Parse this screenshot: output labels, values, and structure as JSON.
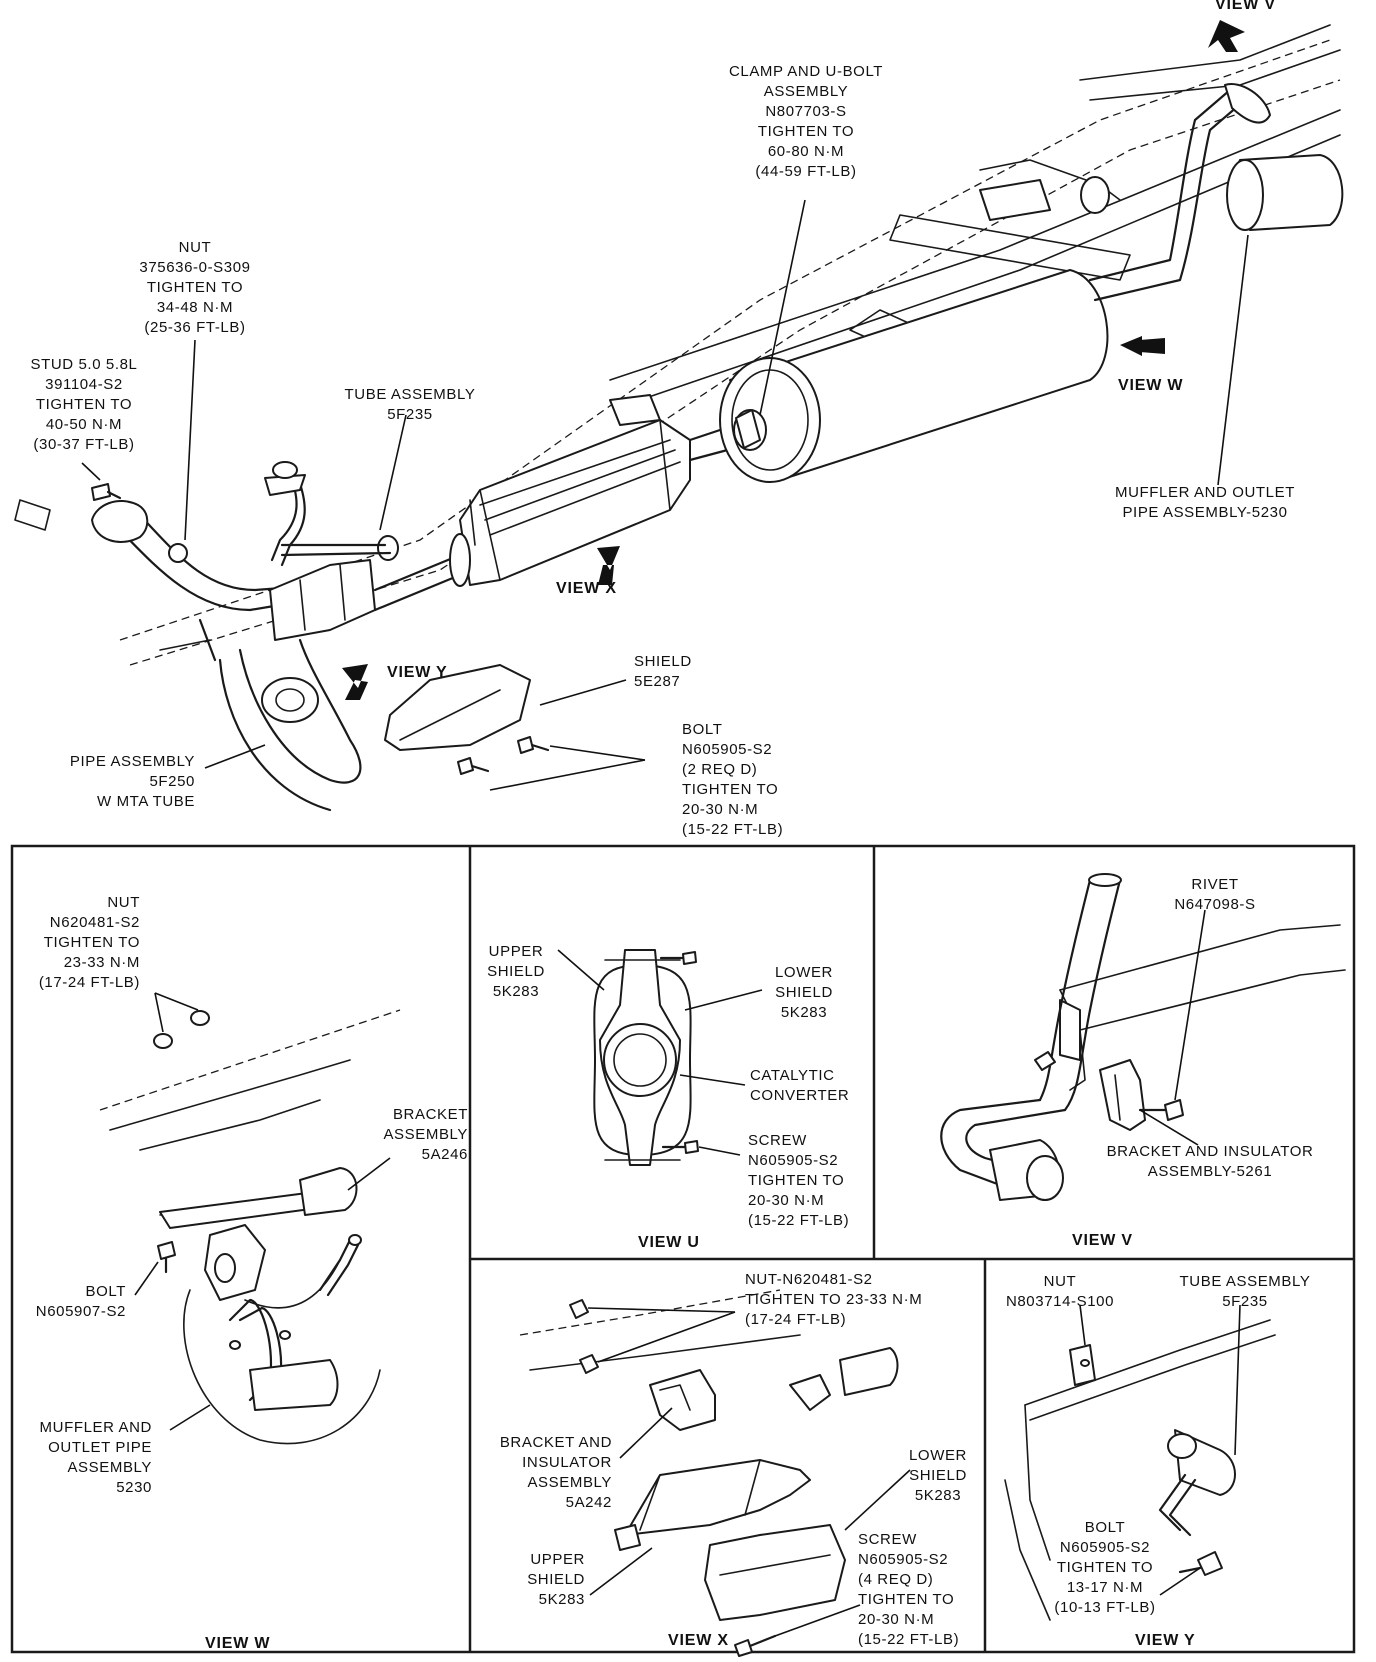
{
  "main": {
    "view_v_tag": "VIEW V",
    "view_w_tag": "VIEW W",
    "view_x_tag": "VIEW X",
    "view_y_tag": "VIEW Y",
    "clamp": "CLAMP AND U-BOLT\nASSEMBLY\nN807703-S\nTIGHTEN TO\n60-80 N·m\n(44-59 FT-LB)",
    "nut": "NUT\n375636-0-S309\nTIGHTEN TO\n34-48 N·m\n(25-36 FT-LB)",
    "stud": "STUD 5.0 5.8L\n391104-S2\nTIGHTEN TO\n40-50 N·m\n(30-37 FT-LB)",
    "tube": "TUBE ASSEMBLY\n5F235",
    "muffler": "MUFFLER AND OUTLET\nPIPE ASSEMBLY-5230",
    "shield": "SHIELD\n5E287",
    "bolt": "BOLT\nN605905-S2\n(2 REQ D)\nTIGHTEN TO\n20-30 N·m\n(15-22 FT-LB)",
    "pipe": "PIPE ASSEMBLY\n5F250\nW MTA TUBE"
  },
  "view_w_panel": {
    "caption": "VIEW W",
    "nut": "NUT\nN620481-S2\nTIGHTEN TO\n23-33 N·m\n(17-24 FT-LB)",
    "bracket": "BRACKET\nASSEMBLY\n5A246",
    "bolt": "BOLT\nN605907-S2",
    "muffler": "MUFFLER AND\nOUTLET PIPE\nASSEMBLY\n5230"
  },
  "view_u_panel": {
    "caption": "VIEW U",
    "upper": "UPPER\nSHIELD\n5K283",
    "lower": "LOWER\nSHIELD\n5K283",
    "catalytic": "CATALYTIC\nCONVERTER",
    "screw": "SCREW\nN605905-S2\nTIGHTEN TO\n20-30 N·m\n(15-22 FT-LB)"
  },
  "view_v_panel": {
    "caption": "VIEW V",
    "rivet": "RIVET\nN647098-S",
    "bracket": "BRACKET AND INSULATOR\nASSEMBLY-5261"
  },
  "view_x_panel": {
    "caption": "VIEW X",
    "nut": "NUT-N620481-S2\nTIGHTEN TO 23-33 N·m\n(17-24 FT-LB)",
    "bracket": "BRACKET AND\nINSULATOR\nASSEMBLY\n5A242",
    "lower": "LOWER\nSHIELD\n5K283",
    "upper": "UPPER\nSHIELD\n5K283",
    "screw": "SCREW\nN605905-S2\n(4 REQ D)\nTIGHTEN TO\n20-30 N·m\n(15-22 FT-LB)"
  },
  "view_y_panel": {
    "caption": "VIEW Y",
    "nut": "NUT\nN803714-S100",
    "tube": "TUBE ASSEMBLY\n5F235",
    "bolt": "BOLT\nN605905-S2\nTIGHTEN TO\n13-17 N·m\n(10-13 FT-LB)"
  }
}
